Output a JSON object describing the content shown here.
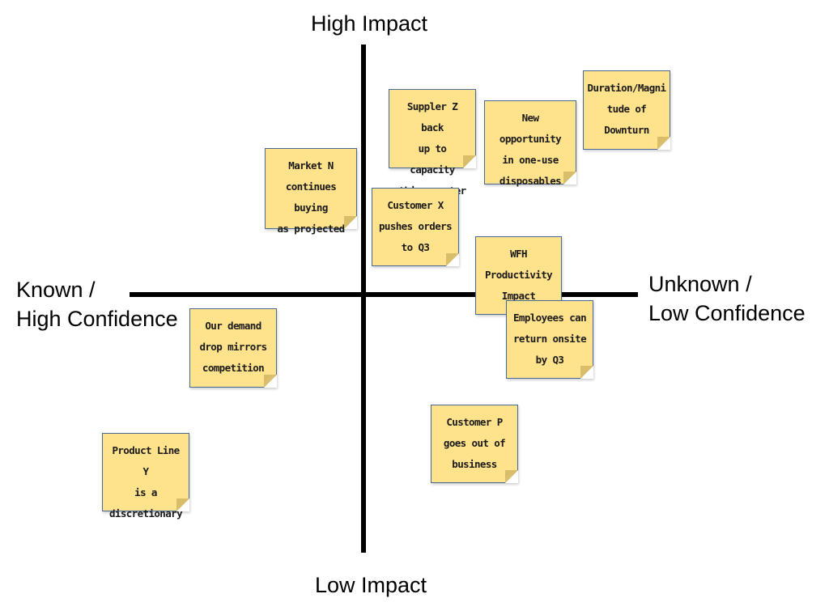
{
  "axes": {
    "top": "High Impact",
    "bottom": "Low Impact",
    "left": [
      "Known /",
      "High Confidence"
    ],
    "right": [
      "Unknown /",
      "Low Confidence"
    ]
  },
  "colors": {
    "note_fill": "#ffe28c",
    "note_border": "#4a6a96",
    "axis": "#000000"
  },
  "notes": [
    {
      "id": "supplier-z",
      "lines": [
        "Suppler Z back",
        "up to capacity",
        "this quarter"
      ]
    },
    {
      "id": "new-opportunity",
      "lines": [
        "New opportunity",
        "in one-use",
        "disposables"
      ]
    },
    {
      "id": "duration",
      "lines": [
        "Duration/Magni",
        "tude of",
        "Downturn"
      ]
    },
    {
      "id": "market-n",
      "lines": [
        "Market N",
        "continues buying",
        "as projected"
      ]
    },
    {
      "id": "customer-x",
      "lines": [
        "Customer X",
        "pushes orders",
        "to Q3"
      ]
    },
    {
      "id": "wfh",
      "lines": [
        "WFH",
        "Productivity",
        "Impact"
      ]
    },
    {
      "id": "employees",
      "lines": [
        "Employees can",
        "return onsite",
        "by Q3"
      ]
    },
    {
      "id": "demand-drop",
      "lines": [
        "Our demand",
        "drop mirrors",
        "competition"
      ]
    },
    {
      "id": "customer-p",
      "lines": [
        "Customer P",
        "goes out of",
        "business"
      ]
    },
    {
      "id": "product-line-y",
      "lines": [
        "Product Line Y",
        "is a",
        "discretionary"
      ]
    }
  ]
}
